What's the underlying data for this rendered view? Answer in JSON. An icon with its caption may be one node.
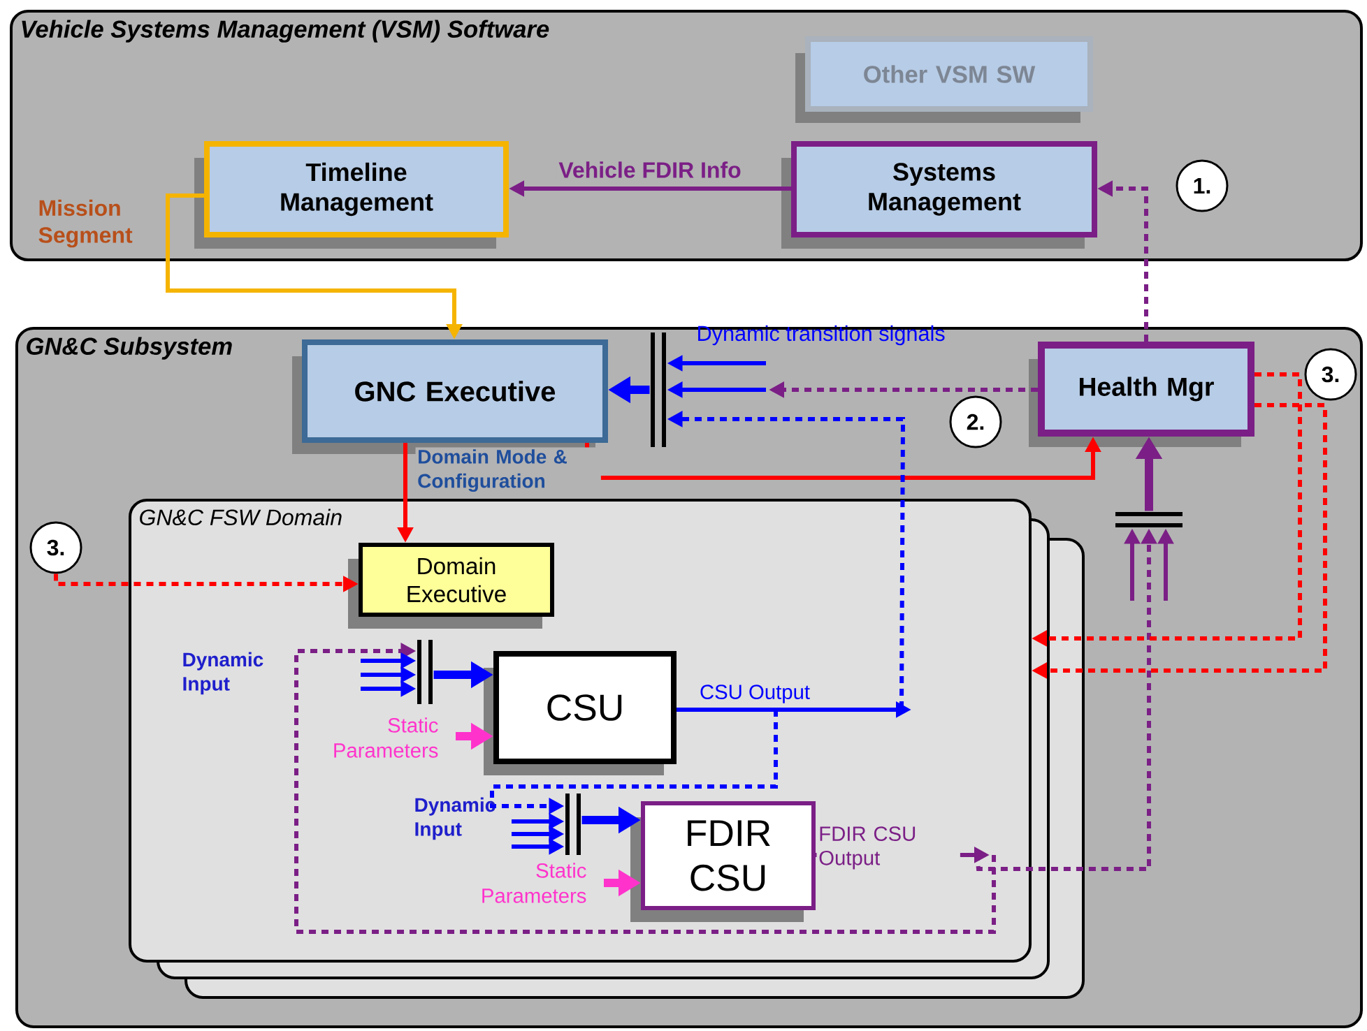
{
  "diagram": {
    "nodes": [
      {
        "text": [
          "Vehicle Systems Management (VSM) Software"
        ]
      },
      {
        "text": [
          "Other VSM SW"
        ],
        "in": 0
      },
      {
        "text": [
          "Timeline Management"
        ],
        "in": 0
      },
      {
        "text": [
          "Systems Management"
        ],
        "in": 0
      },
      {
        "text": [
          "GN&C Subsystem"
        ]
      },
      {
        "text": [
          "GNC Executive"
        ],
        "in": 4
      },
      {
        "text": [
          "Health Mgr"
        ],
        "in": 4
      },
      {
        "text": [
          "GN&C FSW Domain"
        ],
        "in": 4
      },
      {
        "text": [
          "Domain Executive"
        ],
        "in": 7
      },
      {
        "text": [
          "CSU"
        ],
        "in": 7
      },
      {
        "text": [
          "FDIR CSU"
        ],
        "in": 7
      },
      {
        "text": [
          "3."
        ],
        "in": 4
      },
      {
        "text": [],
        "shape": "bar",
        "in": 4
      },
      {
        "text": [],
        "shape": "bar",
        "in": 7
      },
      {
        "text": [],
        "shape": "bar",
        "in": 7
      },
      {
        "text": [],
        "shape": "bar",
        "in": 4
      },
      {
        "text": [
          "1."
        ],
        "in": 0
      },
      {
        "text": [
          "3."
        ],
        "in": 4
      },
      {
        "text": [
          "2."
        ],
        "in": 4
      }
    ],
    "edges": [
      {
        "from": 3,
        "to": 2,
        "arrow": "to",
        "label": "Vehicle FDIR Info",
        "color": "#7b1f86"
      },
      {
        "from": 6,
        "to": 3,
        "arrow": "to",
        "style": "dashed",
        "color": "#7b1f86"
      },
      {
        "from": 2,
        "to": 5,
        "arrow": "to",
        "color": "#f5b400"
      },
      {
        "from": 5,
        "to": 8,
        "arrow": "to",
        "label": "Domain Mode & Configuration",
        "color": "#ff0000"
      },
      {
        "from": 5,
        "to": 6,
        "arrow": "to",
        "color": "#ff0000"
      },
      {
        "from": 12,
        "to": 5,
        "arrow": "to",
        "style": "thick"
      },
      {
        "from": 6,
        "to": null,
        "arrow": "to",
        "style": "dashed",
        "color": "#7b1f86"
      },
      {
        "from": 9,
        "to": null,
        "arrow": "to",
        "label": "CSU Output"
      },
      {
        "from": 7,
        "to": 12,
        "arrow": "to",
        "style": "dashed"
      },
      {
        "from": null,
        "to": 14,
        "arrow": "to",
        "style": "dashed"
      },
      {
        "from": 14,
        "to": 10,
        "arrow": "to",
        "style": "thick"
      },
      {
        "from": 13,
        "to": 9,
        "arrow": "to",
        "style": "thick"
      },
      {
        "from": null,
        "to": 9,
        "arrow": "to",
        "style": "thick",
        "color": "#ff33cc"
      },
      {
        "from": null,
        "to": 10,
        "arrow": "to",
        "style": "thick",
        "color": "#ff33cc"
      },
      {
        "from": 10,
        "to": null,
        "arrow": "to",
        "label": "FDIR CSU Output",
        "color": "#7b1f86"
      },
      {
        "from": 7,
        "to": 15,
        "arrow": "to",
        "style": "dashed",
        "color": "#7b1f86"
      },
      {
        "from": 15,
        "to": 6,
        "arrow": "to",
        "style": "thick",
        "color": "#7b1f86"
      },
      {
        "from": null,
        "to": 13,
        "arrow": "to",
        "style": "dashed",
        "color": "#7b1f86"
      },
      {
        "from": 6,
        "to": 7,
        "arrow": "to",
        "style": "dashed",
        "color": "#ff0000"
      },
      {
        "from": 6,
        "to": 7,
        "arrow": "to",
        "style": "dashed",
        "color": "#ff0000"
      },
      {
        "from": 11,
        "to": 8,
        "arrow": "to",
        "style": "dashed",
        "color": "#ff0000"
      },
      {
        "from": null,
        "to": 12,
        "arrow": "to"
      },
      {
        "from": null,
        "to": 12,
        "arrow": "to"
      },
      {
        "from": null,
        "to": 13,
        "arrow": "to"
      },
      {
        "from": null,
        "to": 13,
        "arrow": "to"
      },
      {
        "from": null,
        "to": 13,
        "arrow": "to"
      },
      {
        "from": null,
        "to": 14,
        "arrow": "to"
      },
      {
        "from": null,
        "to": 14,
        "arrow": "to"
      },
      {
        "from": null,
        "to": 14,
        "arrow": "to"
      },
      {
        "from": null,
        "to": 15,
        "arrow": "to",
        "color": "#7b1f86"
      },
      {
        "from": null,
        "to": 15,
        "arrow": "to",
        "color": "#7b1f86"
      }
    ],
    "labels": [
      "Mission Segment",
      "Dynamic transition signals",
      "Dynamic Input",
      "Static Parameters",
      "Dynamic Input",
      "Static Parameters"
    ]
  }
}
